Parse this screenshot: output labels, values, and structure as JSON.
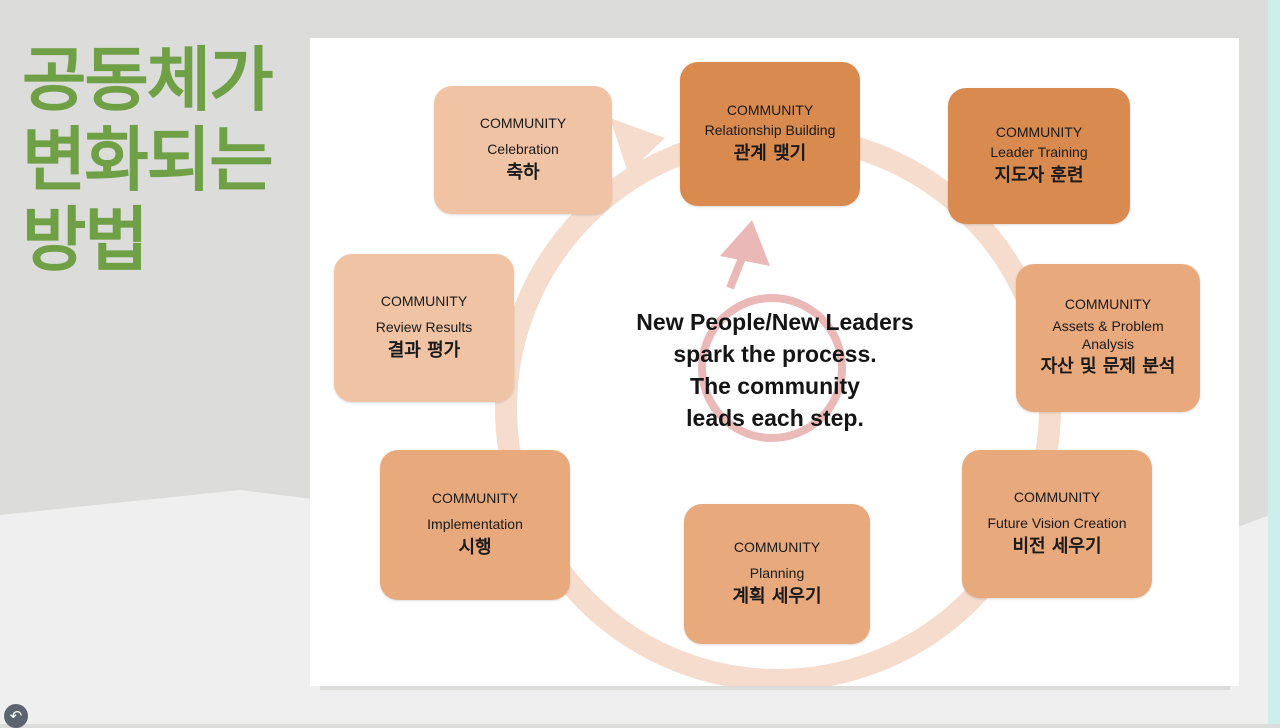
{
  "title_lines": [
    "공동체가",
    "변화되는",
    "방법"
  ],
  "center_text": [
    "New People/New Leaders",
    "spark the process.",
    "The community",
    "leads each step."
  ],
  "nodes": [
    {
      "prefix": "COMMUNITY",
      "en": "Relationship Building",
      "ko": "관계 맺기"
    },
    {
      "prefix": "COMMUNITY",
      "en": "Leader Training",
      "ko": "지도자 훈련"
    },
    {
      "prefix": "COMMUNITY",
      "en": "Assets & Problem Analysis",
      "ko": "자산 및 문제 분석"
    },
    {
      "prefix": "COMMUNITY",
      "en": "Future Vision Creation",
      "ko": "비전 세우기"
    },
    {
      "prefix": "COMMUNITY",
      "en": "Planning",
      "ko": "계획 세우기"
    },
    {
      "prefix": "COMMUNITY",
      "en": "Implementation",
      "ko": "시행"
    },
    {
      "prefix": "COMMUNITY",
      "en": "Review Results",
      "ko": "결과 평가"
    },
    {
      "prefix": "COMMUNITY",
      "en": "Celebration",
      "ko": "축하"
    }
  ],
  "colors": {
    "title": "#6fa046",
    "node_dark": "#d98a4e",
    "node_mid": "#e8a97d",
    "node_light": "#f0c3a5",
    "ring": "#f6dccd",
    "center_symbol": "#e8b2b0"
  },
  "icons": {
    "back": "back-arrow-icon",
    "center": "male-symbol-icon"
  }
}
